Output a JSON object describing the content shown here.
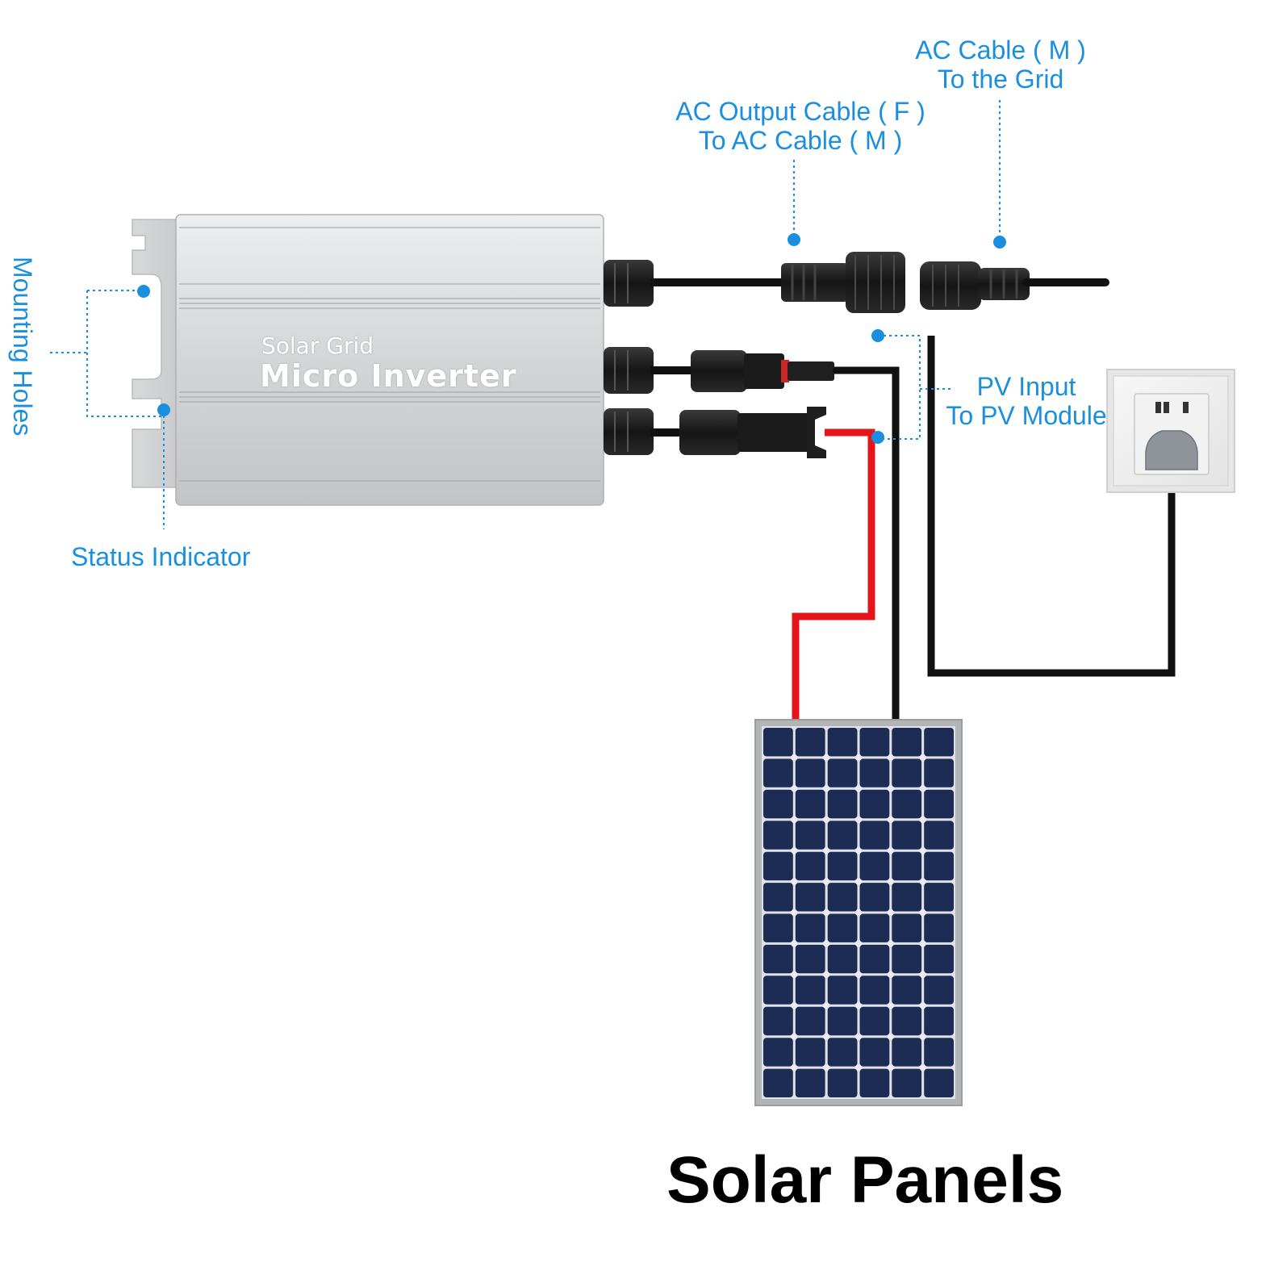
{
  "device": {
    "line1": "Solar Grid",
    "line2": "Micro Inverter"
  },
  "labels": {
    "ac_cable_m": {
      "line1": "AC Cable ( M )",
      "line2": "To the Grid"
    },
    "ac_output_cable": {
      "line1": "AC Output Cable ( F )",
      "line2": "To AC Cable ( M )"
    },
    "pv_input": {
      "line1": "PV Input",
      "line2": "To PV Module"
    },
    "mounting_holes": "Mounting Holes",
    "status_indicator": "Status Indicator",
    "solar_panels": "Solar Panels"
  },
  "colors": {
    "callout": "#1a8fe0",
    "positive_wire": "#e3141b",
    "negative_wire": "#111111",
    "panel_cell": "#1d2c55",
    "housing": "#d6d8da"
  },
  "panel": {
    "columns": 6,
    "rows": 12
  }
}
